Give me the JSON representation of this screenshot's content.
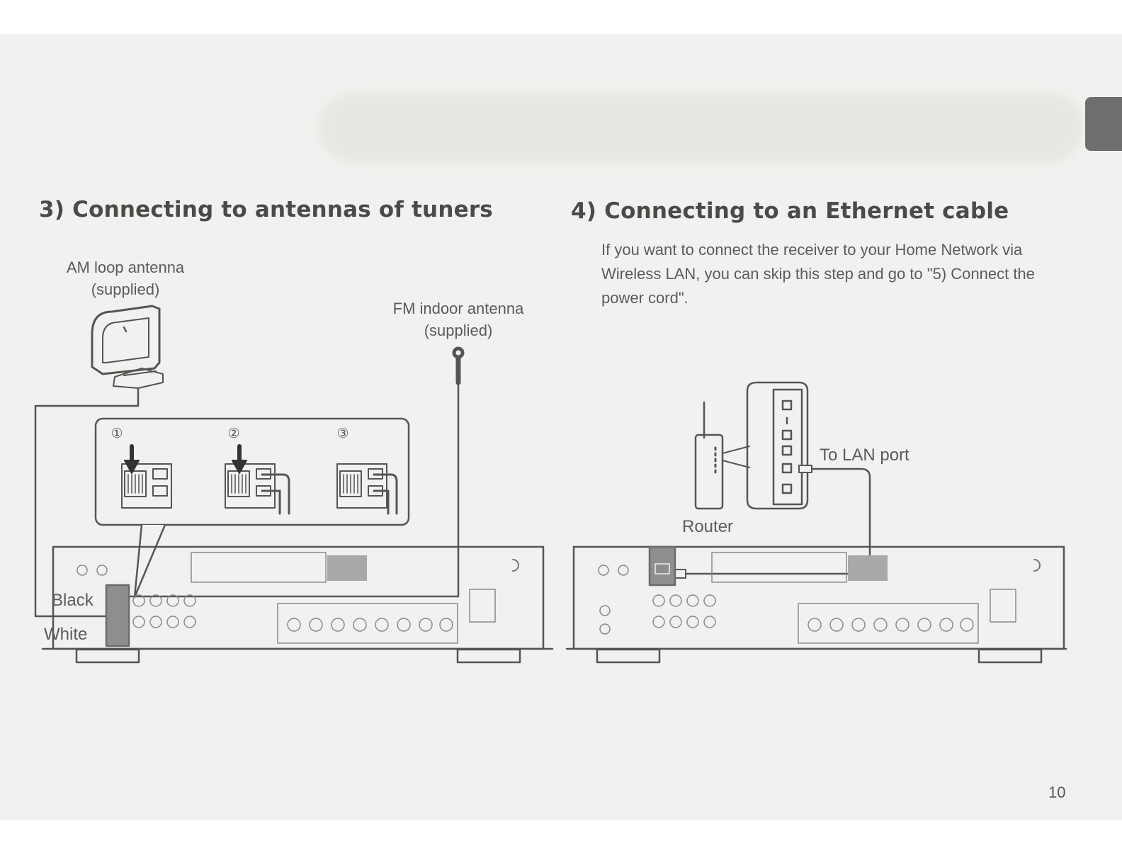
{
  "sections": {
    "antennas": {
      "heading": "3) Connecting to antennas of tuners",
      "am_label": "AM loop antenna\n(supplied)",
      "fm_label": "FM indoor antenna\n(supplied)",
      "steps": [
        "①",
        "②",
        "③"
      ],
      "black_label": "Black",
      "white_label": "White"
    },
    "ethernet": {
      "heading": "4) Connecting to an Ethernet cable",
      "body": "If you want to connect the receiver to your Home Network via Wireless LAN, you can skip this step and go to \"5) Connect the power cord\".",
      "lan_label": "To LAN port",
      "router_label": "Router"
    }
  },
  "page_number": "10",
  "colors": {
    "line": "#555553",
    "panel": "#6b6b69",
    "highlight": "#8e8e8c",
    "paper": "#f1f1ef"
  }
}
